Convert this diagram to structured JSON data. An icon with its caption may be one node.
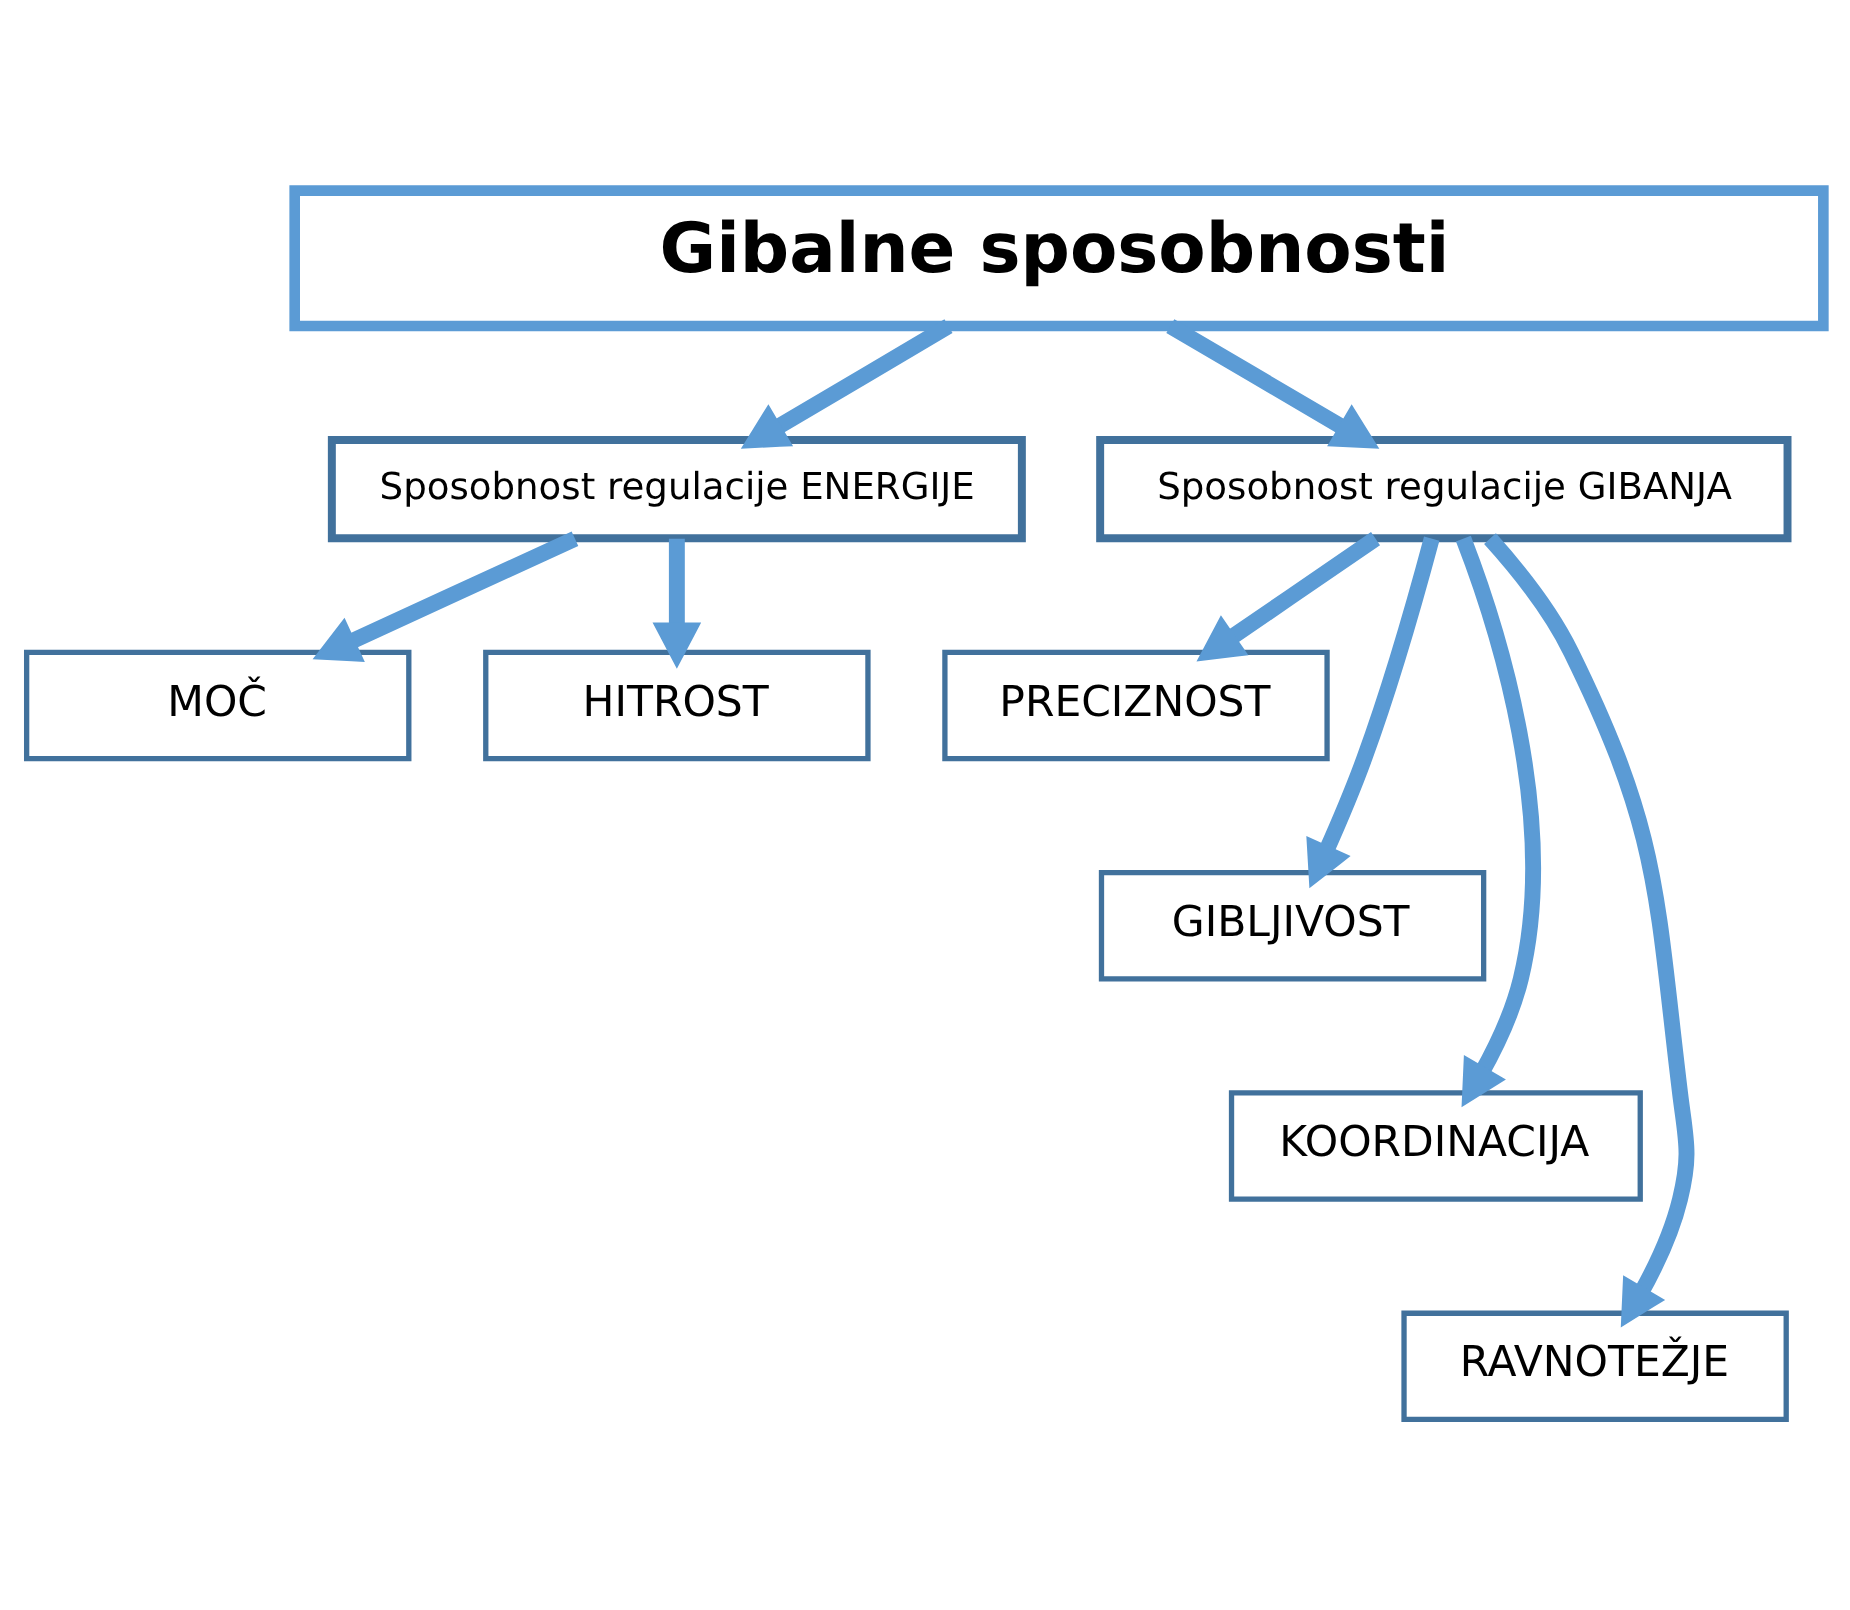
{
  "diagram": {
    "nodes": [
      {
        "text": [
          "Gibalne sposobnosti"
        ]
      },
      {
        "text": [
          "Sposobnost regulacije ENERGIJE"
        ]
      },
      {
        "text": [
          "Sposobnost regulacije GIBANJA"
        ]
      },
      {
        "text": [
          "MOČ"
        ]
      },
      {
        "text": [
          "HITROST"
        ]
      },
      {
        "text": [
          "PRECIZNOST"
        ]
      },
      {
        "text": [
          "GIBLJIVOST"
        ]
      },
      {
        "text": [
          "KOORDINACIJA"
        ]
      },
      {
        "text": [
          "RAVNOTEŽJE"
        ]
      }
    ],
    "edges": [
      {
        "from": 0,
        "to": 1,
        "arrow": "to"
      },
      {
        "from": 0,
        "to": 2,
        "arrow": "to"
      },
      {
        "from": 1,
        "to": 3,
        "arrow": "to"
      },
      {
        "from": 1,
        "to": 4,
        "arrow": "to"
      },
      {
        "from": 2,
        "to": 5,
        "arrow": "to"
      },
      {
        "from": 2,
        "to": 7,
        "arrow": "to"
      },
      {
        "from": 2,
        "to": 6,
        "arrow": "to"
      },
      {
        "from": 2,
        "to": 8,
        "arrow": "to"
      }
    ]
  }
}
